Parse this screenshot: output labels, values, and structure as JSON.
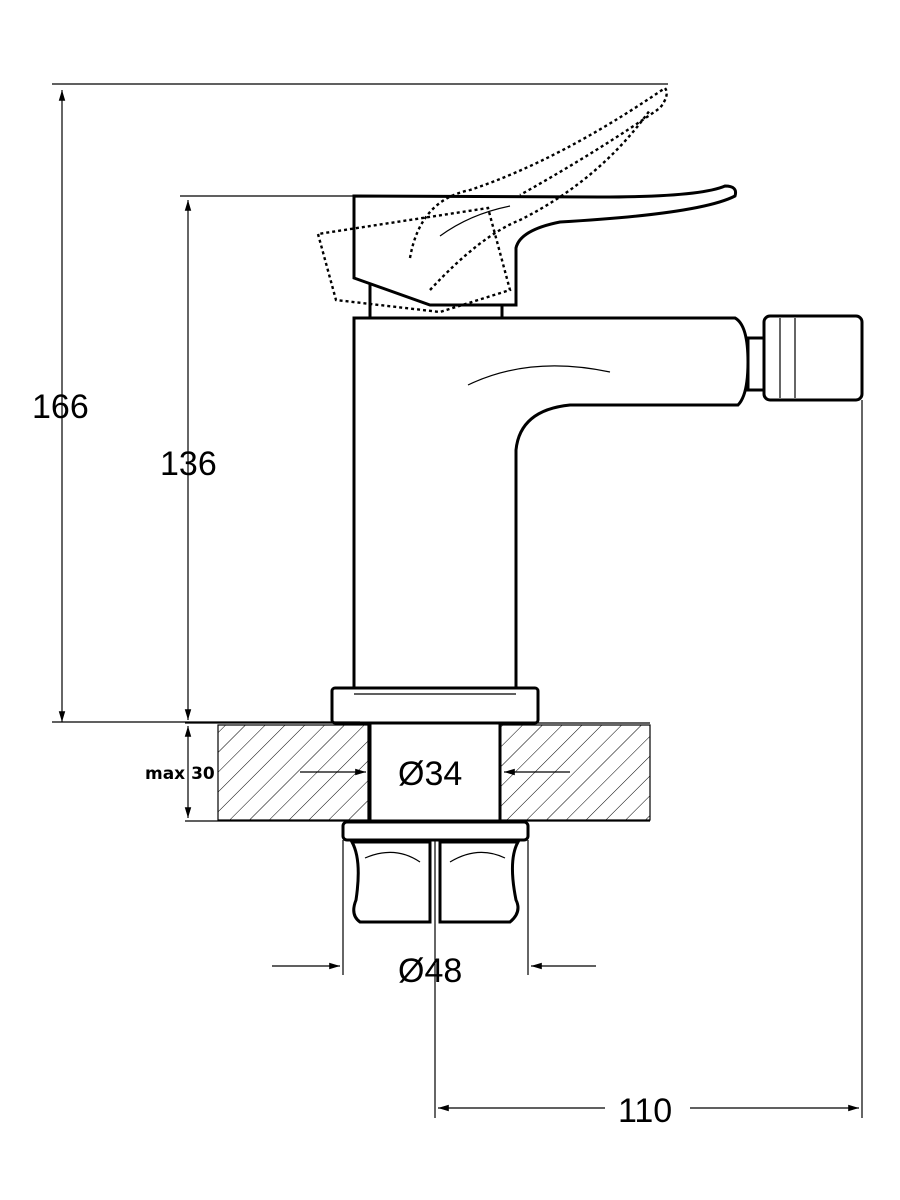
{
  "dimensions": {
    "total_height": "166",
    "body_height": "136",
    "max_thickness": "max 30",
    "hole_diameter": "Ø34",
    "nut_diameter": "Ø48",
    "spout_reach": "110"
  }
}
